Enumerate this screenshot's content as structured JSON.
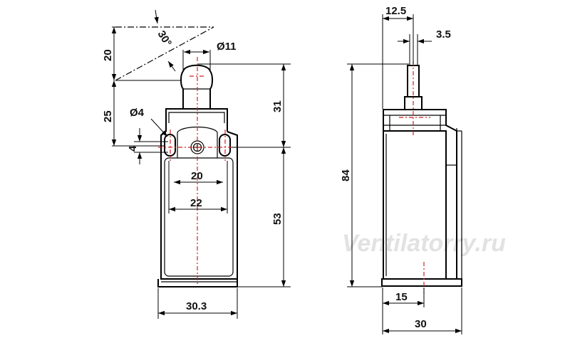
{
  "dimensions": {
    "d_12_5": "12.5",
    "d_3_5": "3.5",
    "d_11": "Ø11",
    "d_30deg": "30°",
    "d_20_v": "20",
    "d_25": "25",
    "d_4dia": "Ø4",
    "d_4": "4",
    "d_31": "31",
    "d_84": "84",
    "d_20_h": "20",
    "d_22": "22",
    "d_53": "53",
    "d_30_3": "30.3",
    "d_15": "15",
    "d_30": "30"
  },
  "watermark": "Ventilatorry.ru",
  "colors": {
    "outline": "#000000",
    "centerline": "#d42020",
    "watermark": "#e2e2e2"
  }
}
